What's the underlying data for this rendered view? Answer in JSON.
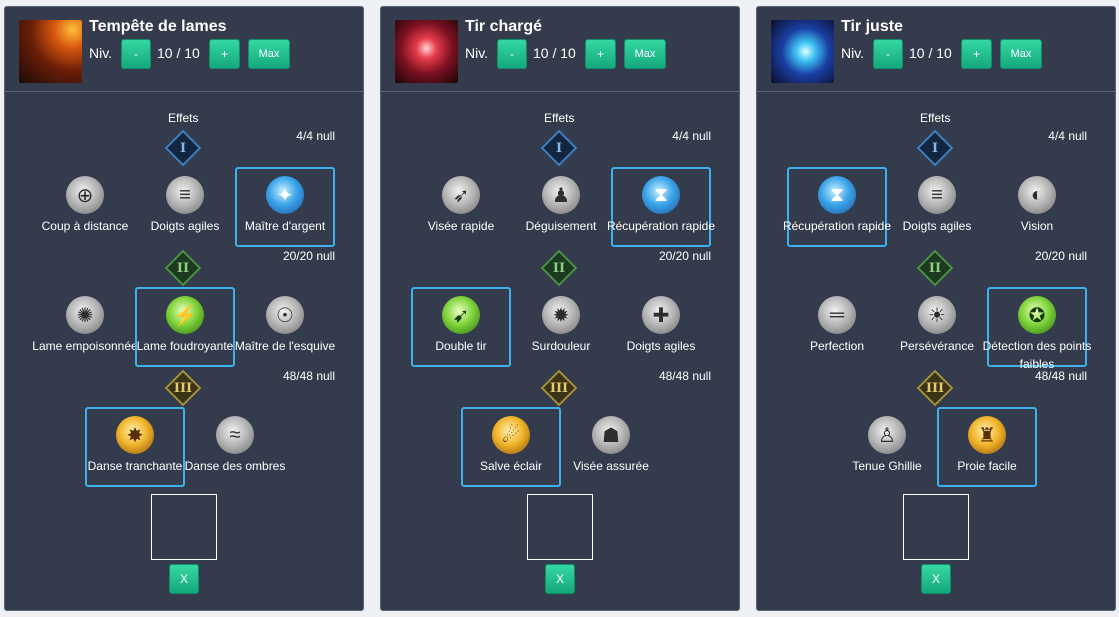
{
  "ui": {
    "niv_label": "Niv.",
    "minus_label": "-",
    "plus_label": "+",
    "max_label": "Max",
    "effets_label": "Effets",
    "remove_label": "X",
    "tier_numerals": [
      "I",
      "II",
      "III"
    ]
  },
  "panels": [
    {
      "title": "Tempête de lames",
      "level": "10 / 10",
      "icon": "blade-storm-icon",
      "tier_counts": [
        "4/4 null",
        "20/20 null",
        "48/48 null"
      ],
      "tiers": [
        [
          {
            "name": "Coup à distance",
            "icon": "ranged-strike-icon",
            "color": "gray",
            "glyph": "⊕",
            "selected": false
          },
          {
            "name": "Doigts agiles",
            "icon": "agile-fingers-icon",
            "color": "gray",
            "glyph": "≡",
            "selected": false
          },
          {
            "name": "Maître d'argent",
            "icon": "silver-master-icon",
            "color": "blue",
            "glyph": "✦",
            "selected": true
          }
        ],
        [
          {
            "name": "Lame empoisonnée",
            "icon": "poison-blade-icon",
            "color": "gray",
            "glyph": "✺",
            "selected": false
          },
          {
            "name": "Lame foudroyante",
            "icon": "lightning-blade-icon",
            "color": "green",
            "glyph": "⚡",
            "selected": true
          },
          {
            "name": "Maître de l'esquive",
            "icon": "dodge-master-icon",
            "color": "gray",
            "glyph": "☉",
            "selected": false
          }
        ],
        [
          {
            "name": "Danse tranchante",
            "icon": "slashing-dance-icon",
            "color": "gold",
            "glyph": "✸",
            "selected": true
          },
          {
            "name": "Danse des ombres",
            "icon": "shadow-dance-icon",
            "color": "gray",
            "glyph": "≈",
            "selected": false
          }
        ]
      ]
    },
    {
      "title": "Tir chargé",
      "level": "10 / 10",
      "icon": "charged-shot-icon",
      "tier_counts": [
        "4/4 null",
        "20/20 null",
        "48/48 null"
      ],
      "tiers": [
        [
          {
            "name": "Visée rapide",
            "icon": "quick-aim-icon",
            "color": "gray",
            "glyph": "➶",
            "selected": false
          },
          {
            "name": "Déguisement",
            "icon": "disguise-icon",
            "color": "gray",
            "glyph": "♟",
            "selected": false
          },
          {
            "name": "Récupération rapide",
            "icon": "quick-recovery-icon",
            "color": "blue",
            "glyph": "⧗",
            "selected": true
          }
        ],
        [
          {
            "name": "Double tir",
            "icon": "double-shot-icon",
            "color": "green",
            "glyph": "➹",
            "selected": true
          },
          {
            "name": "Surdouleur",
            "icon": "overpain-icon",
            "color": "gray",
            "glyph": "✹",
            "selected": false
          },
          {
            "name": "Doigts agiles",
            "icon": "agile-fingers-icon",
            "color": "gray",
            "glyph": "✚",
            "selected": false
          }
        ],
        [
          {
            "name": "Salve éclair",
            "icon": "lightning-salvo-icon",
            "color": "gold",
            "glyph": "☄",
            "selected": true
          },
          {
            "name": "Visée assurée",
            "icon": "steady-aim-icon",
            "color": "gray",
            "glyph": "☗",
            "selected": false
          }
        ]
      ]
    },
    {
      "title": "Tir juste",
      "level": "10 / 10",
      "icon": "precise-shot-icon",
      "tier_counts": [
        "4/4 null",
        "20/20 null",
        "48/48 null"
      ],
      "tiers": [
        [
          {
            "name": "Récupération rapide",
            "icon": "quick-recovery-icon",
            "color": "blue",
            "glyph": "⧗",
            "selected": true
          },
          {
            "name": "Doigts agiles",
            "icon": "agile-fingers-icon",
            "color": "gray",
            "glyph": "≡",
            "selected": false
          },
          {
            "name": "Vision",
            "icon": "vision-icon",
            "color": "gray",
            "glyph": "◐",
            "selected": false
          }
        ],
        [
          {
            "name": "Perfection",
            "icon": "perfection-icon",
            "color": "gray",
            "glyph": "═",
            "selected": false
          },
          {
            "name": "Persévérance",
            "icon": "perseverance-icon",
            "color": "gray",
            "glyph": "☀",
            "selected": false
          },
          {
            "name": "Détection des points faibles",
            "icon": "weakpoint-detection-icon",
            "color": "green",
            "glyph": "✪",
            "selected": true
          }
        ],
        [
          {
            "name": "Tenue Ghillie",
            "icon": "ghillie-suit-icon",
            "color": "gray",
            "glyph": "♙",
            "selected": false
          },
          {
            "name": "Proie facile",
            "icon": "easy-prey-icon",
            "color": "gold",
            "glyph": "♜",
            "selected": true
          }
        ]
      ]
    }
  ]
}
